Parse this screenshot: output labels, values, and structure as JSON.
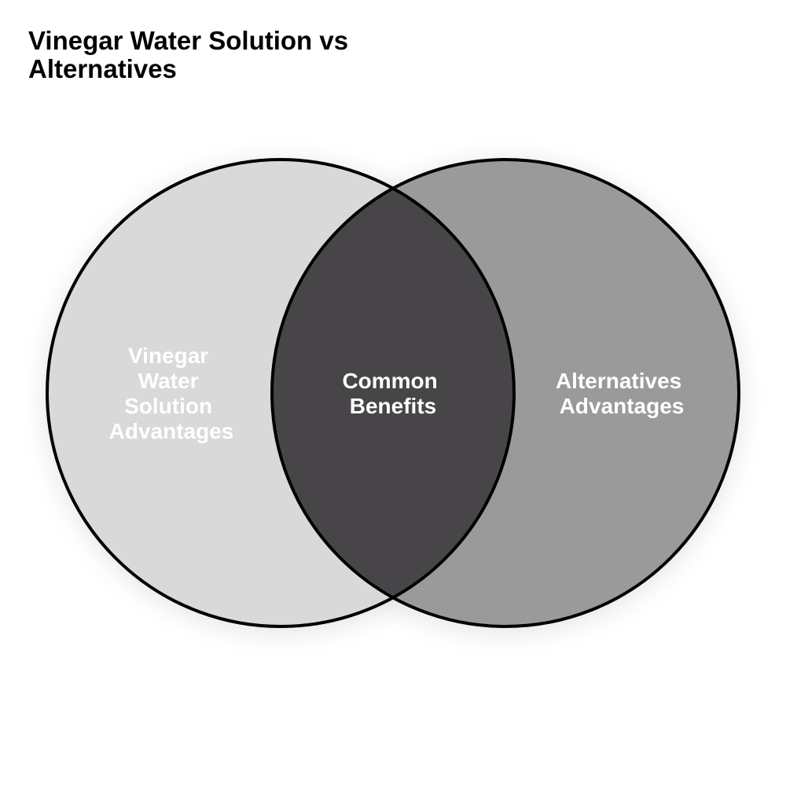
{
  "title": "Vinegar Water Solution vs Alternatives",
  "venn": {
    "left": {
      "lines": [
        "Vinegar",
        "Water",
        "Solution",
        "Advantages"
      ]
    },
    "center": {
      "lines": [
        "Common",
        "Benefits"
      ]
    },
    "right": {
      "lines": [
        "Alternatives",
        "Advantages"
      ]
    }
  },
  "colors": {
    "left_fill": "#d9d9d9",
    "right_fill": "#9a9a9a",
    "overlap_fill": "#474548",
    "outline": "#000000",
    "label_text": "#ffffff"
  }
}
